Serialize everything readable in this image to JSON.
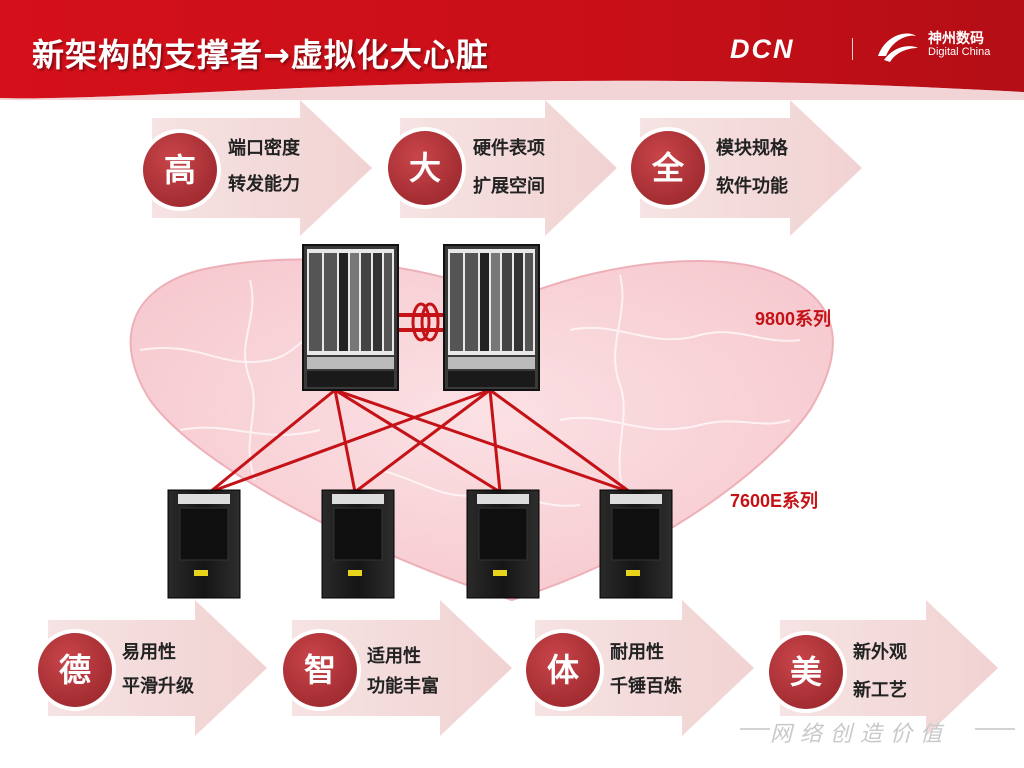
{
  "title": "新架构的支撑者→虚拟化大心脏",
  "logo": {
    "dcn": "DCN",
    "brand_cn": "神州数码",
    "brand_en": "Digital China"
  },
  "colors": {
    "brand_red": "#c8102e",
    "badge_red": "#b8363b",
    "arrow_pink": "#f3dcdc",
    "link_red": "#c41217"
  },
  "top_arrows": [
    {
      "char": "高",
      "lines": [
        "端口密度",
        "转发能力"
      ]
    },
    {
      "char": "大",
      "lines": [
        "硬件表项",
        "扩展空间"
      ]
    },
    {
      "char": "全",
      "lines": [
        "模块规格",
        "软件功能"
      ]
    }
  ],
  "bottom_arrows": [
    {
      "char": "德",
      "lines": [
        "易用性",
        "平滑升级"
      ]
    },
    {
      "char": "智",
      "lines": [
        "适用性",
        "功能丰富"
      ]
    },
    {
      "char": "体",
      "lines": [
        "耐用性",
        "千锤百炼"
      ]
    },
    {
      "char": "美",
      "lines": [
        "新外观",
        "新工艺"
      ]
    }
  ],
  "series_labels": {
    "core": "9800系列",
    "access": "7600E系列"
  },
  "tagline": "网络创造价值"
}
